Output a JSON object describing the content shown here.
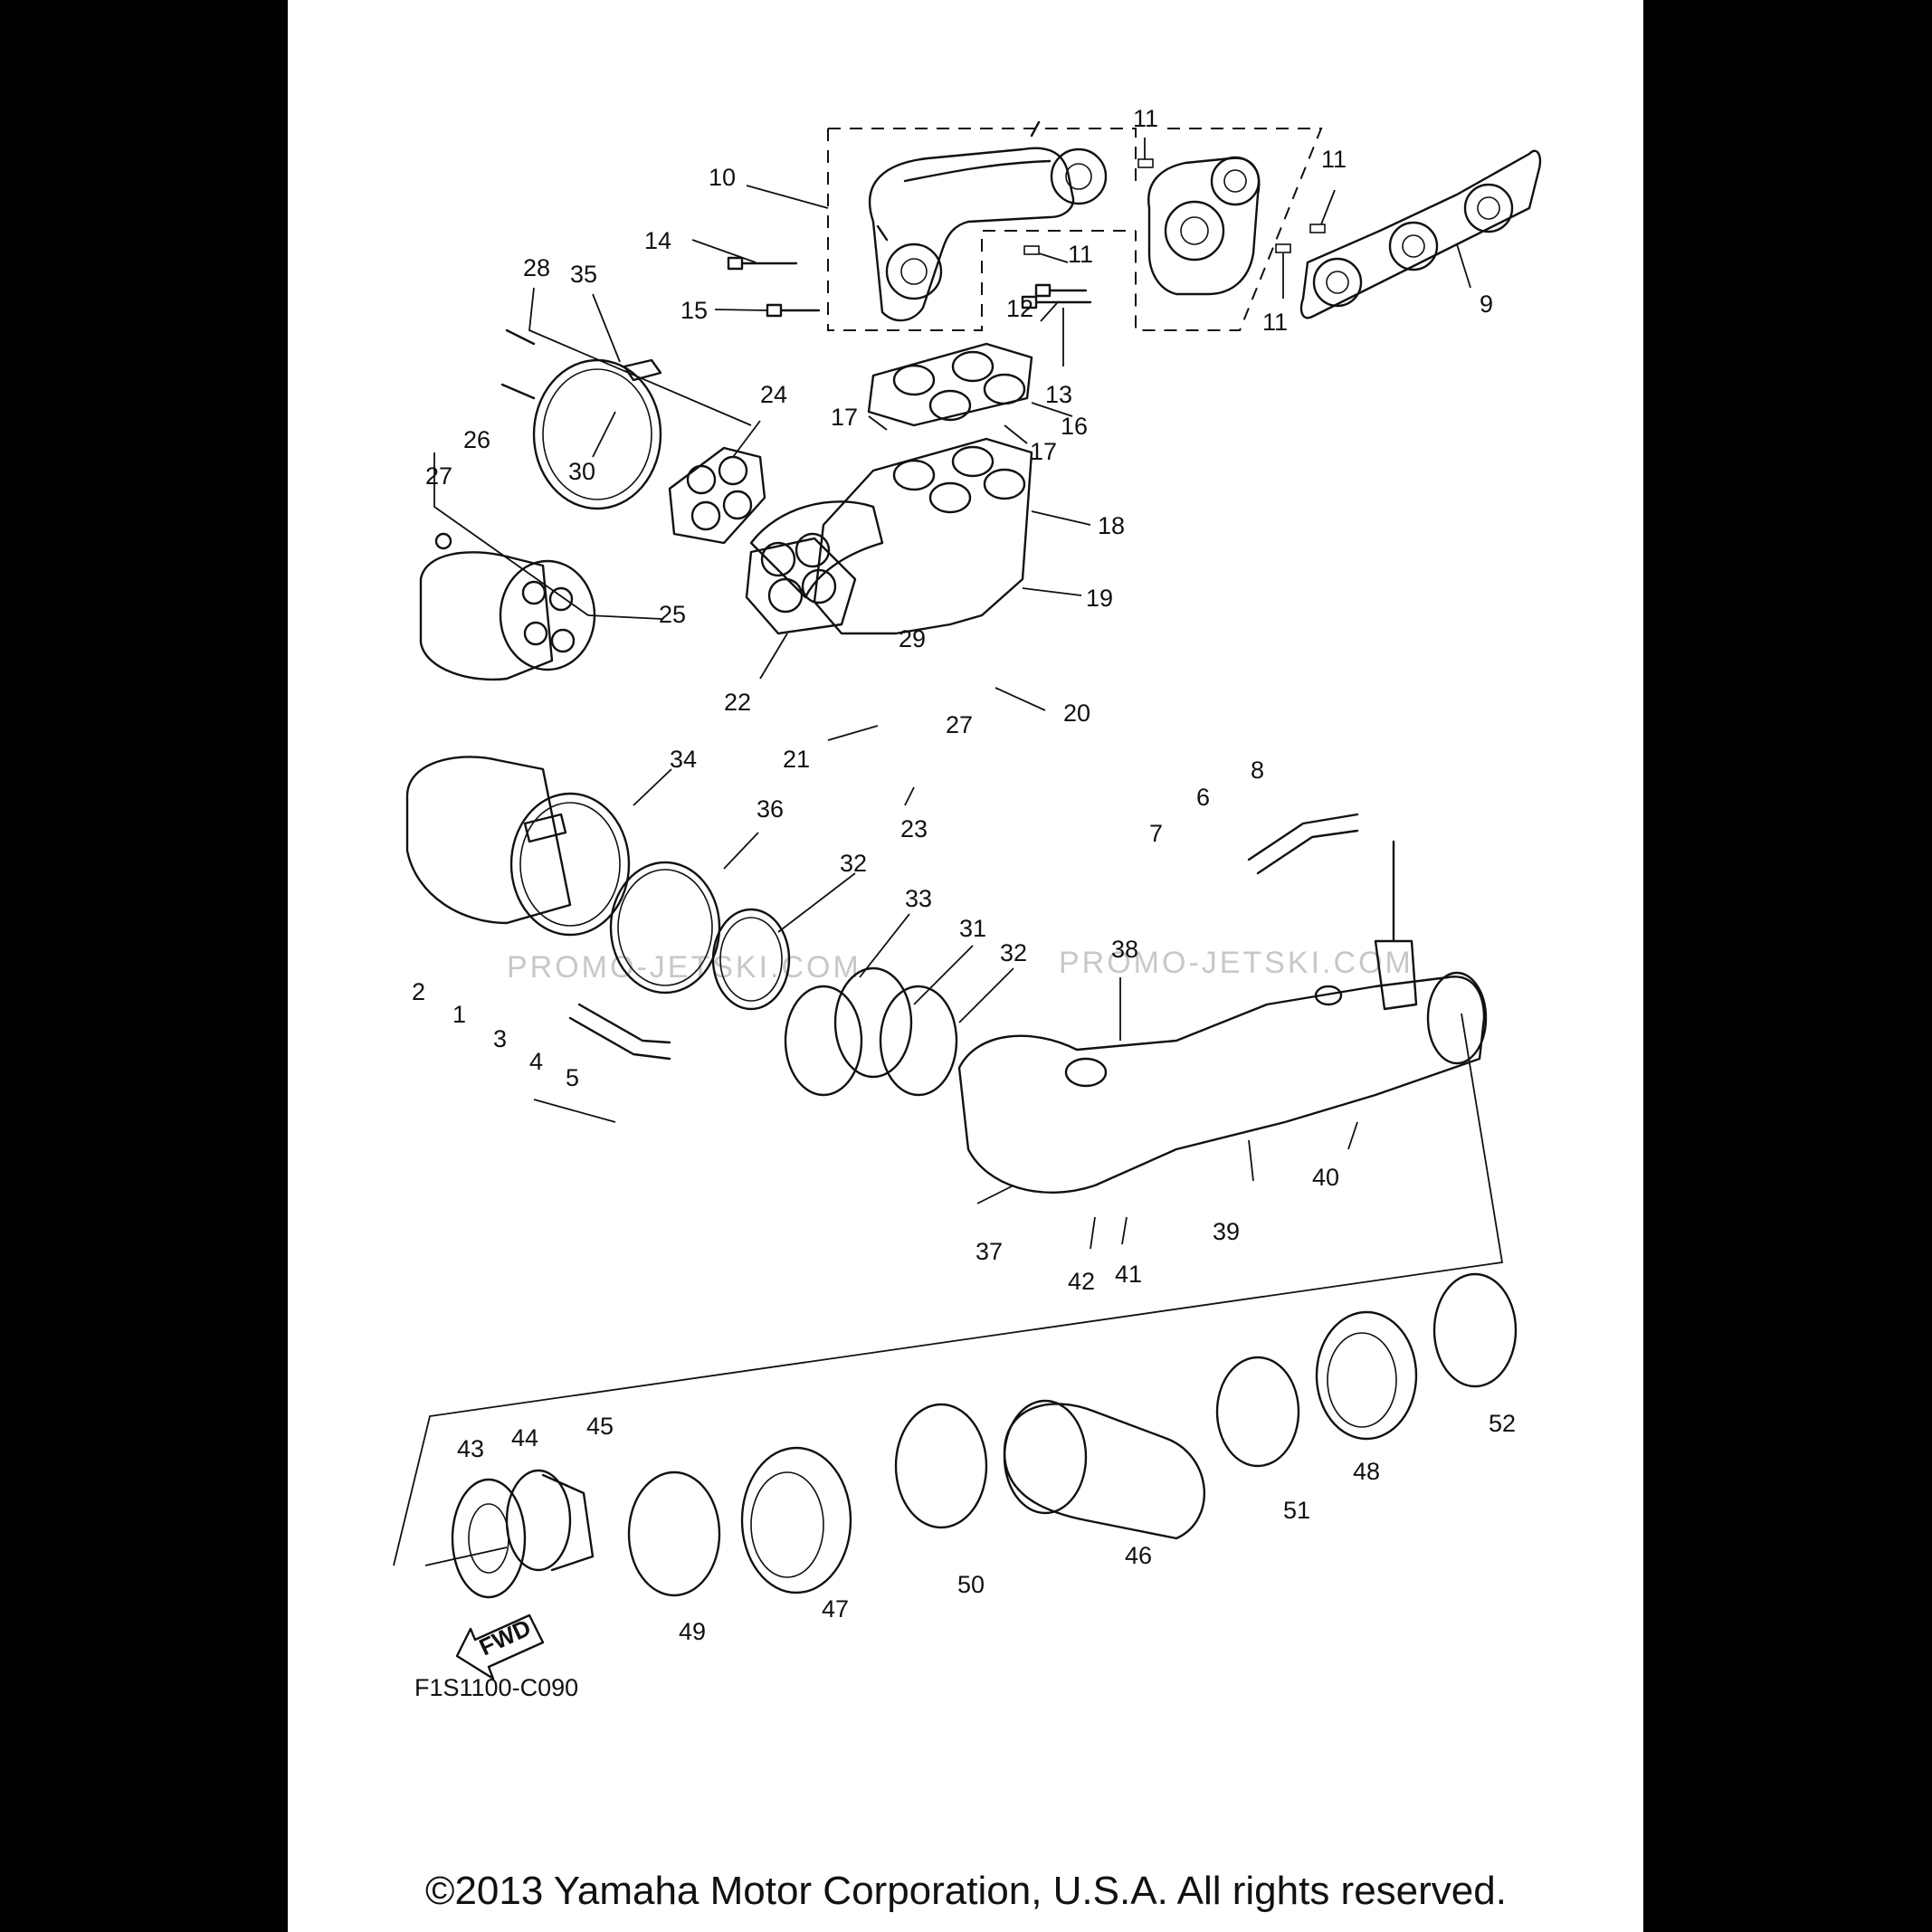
{
  "diagram": {
    "code": "F1S1100-C090",
    "copyright": "©2013 Yamaha Motor Corporation, U.S.A. All rights reserved.",
    "watermark": "PROMO-JETSKI.COM",
    "fwd_label": "FWD",
    "callouts": [
      "1",
      "2",
      "3",
      "4",
      "5",
      "6",
      "7",
      "8",
      "9",
      "10",
      "11",
      "12",
      "13",
      "14",
      "15",
      "16",
      "17",
      "18",
      "19",
      "20",
      "21",
      "22",
      "23",
      "24",
      "25",
      "26",
      "27",
      "28",
      "29",
      "30",
      "31",
      "32",
      "33",
      "34",
      "35",
      "36",
      "37",
      "38",
      "39",
      "40",
      "41",
      "42",
      "43",
      "44",
      "45",
      "46",
      "47",
      "48",
      "49",
      "50",
      "51",
      "52"
    ]
  }
}
